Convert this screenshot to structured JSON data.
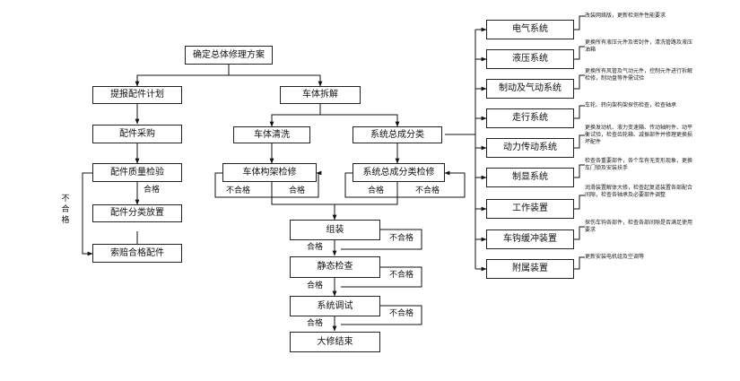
{
  "nodes": {
    "root": "确定总体修理方案",
    "parts_plan": "提报配件计划",
    "procure": "配件采购",
    "quality": "配件质量检验",
    "classify_store": "配件分类放置",
    "collect_parts": "索赔合格配件",
    "disassembly": "车体拆解",
    "clean": "车体清洗",
    "frame_repair": "车体构架检修",
    "sys_breakdown": "系统总成分类",
    "sys_check": "系统总成分类检修",
    "assembly": "组装",
    "static_check": "静态检查",
    "debug": "系统调试",
    "end": "大修结束"
  },
  "labels": {
    "pass": "合格",
    "fail": "不合格",
    "fail_vertical": "不合格"
  },
  "systems": [
    {
      "name": "电气系统",
      "note": "改装网络版，更新检测件性能要求"
    },
    {
      "name": "液压系统",
      "note": "更换所有液压元件及密封件，清洗管路及液压油箱"
    },
    {
      "name": "制动及气动系统",
      "note": "更换所有风管及气动元件，控制元件进行拆解检修，制动盘等件需试验"
    },
    {
      "name": "走行系统",
      "note": "车轮、转向架构架探伤检查，检查轴承"
    },
    {
      "name": "动力传动系统",
      "note": "更换发动机、液力变速箱、传动轴附件、动平衡试验，检查齿轮箱、减振部件并修理更换损坏配件"
    },
    {
      "name": "制显系统",
      "note": "检查各重要部件，各个车有无变形现象，更换车门锁及安装扶手"
    },
    {
      "name": "工作装置",
      "note": "润滑装置解体大修，检查起复道装置各部配合间隙，检查各轴承及必要部件调整"
    },
    {
      "name": "车钩缓冲装置",
      "note": "探伤车钩各部件，检查各部间隙是否满足使用要求"
    },
    {
      "name": "附属装置",
      "note": "更新安装电机组及空调等"
    }
  ]
}
